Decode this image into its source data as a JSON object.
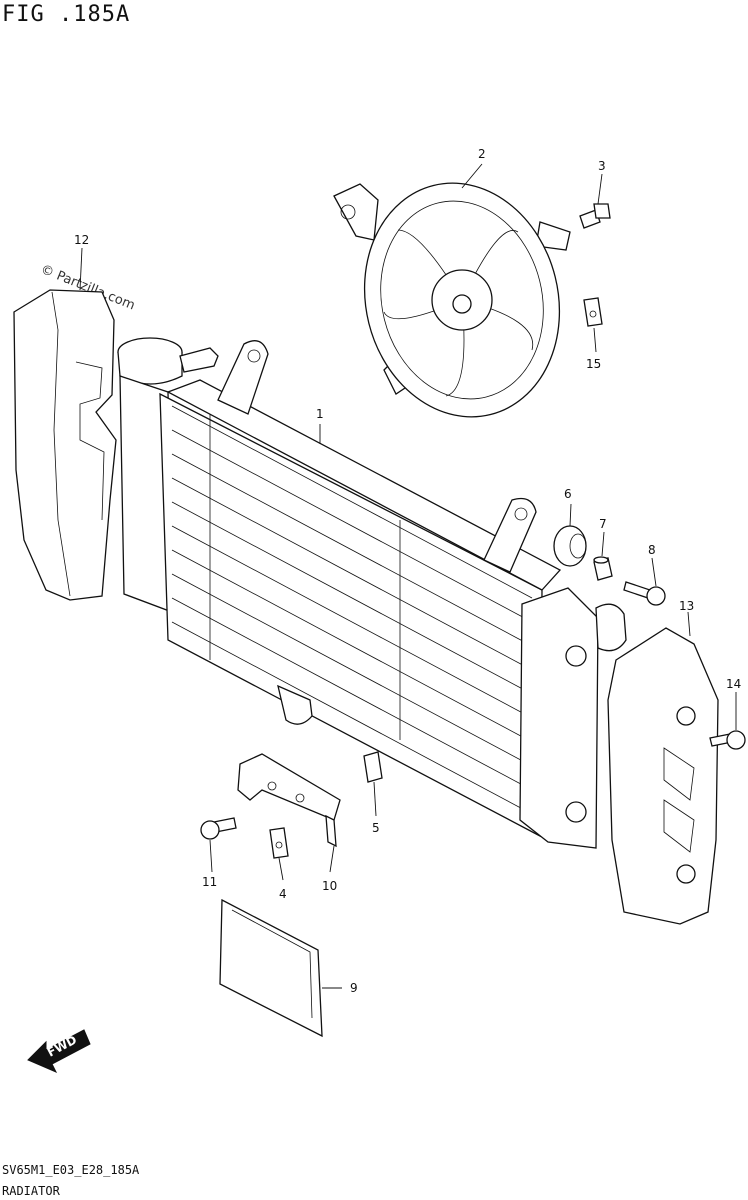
{
  "figure": {
    "title": "FIG .185A",
    "code": "SV65M1_E03_E28_185A",
    "name": "RADIATOR",
    "watermark": "© Partzilla.com",
    "direction_label": "FWD"
  },
  "callouts": [
    {
      "id": "radiator",
      "label": "1"
    },
    {
      "id": "fan",
      "label": "2"
    },
    {
      "id": "bolt-fan",
      "label": "3"
    },
    {
      "id": "nut-lower",
      "label": "4"
    },
    {
      "id": "clip-center",
      "label": "5"
    },
    {
      "id": "grommet",
      "label": "6"
    },
    {
      "id": "collar",
      "label": "7"
    },
    {
      "id": "bolt-side",
      "label": "8"
    },
    {
      "id": "plate",
      "label": "9"
    },
    {
      "id": "bracket",
      "label": "10"
    },
    {
      "id": "bolt-lower",
      "label": "11"
    },
    {
      "id": "cover-left",
      "label": "12"
    },
    {
      "id": "cover-right",
      "label": "13"
    },
    {
      "id": "bolt-right",
      "label": "14"
    },
    {
      "id": "nut-fan",
      "label": "15"
    }
  ]
}
